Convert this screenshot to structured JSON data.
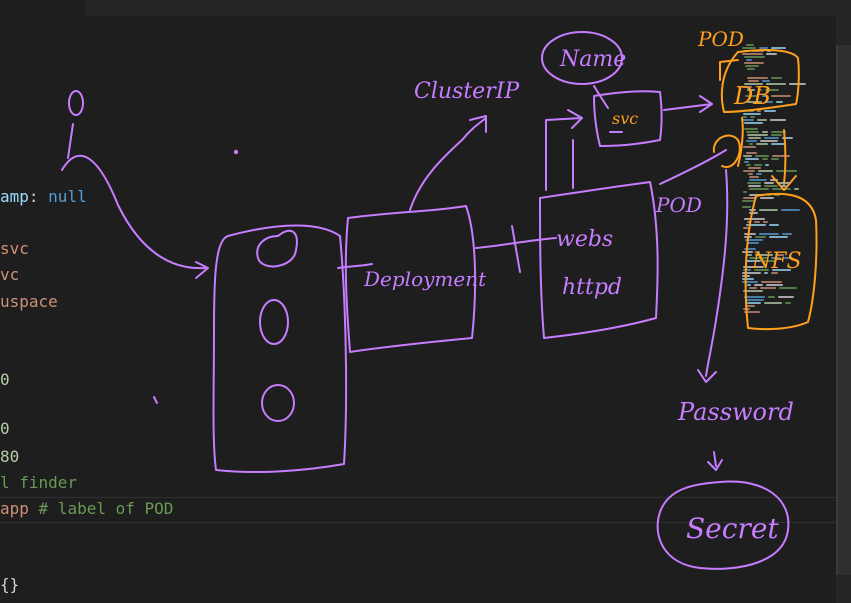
{
  "editor": {
    "lines": [
      {
        "parts": [
          {
            "t": "amp",
            "c": "k"
          },
          {
            "t": ": ",
            "c": ""
          },
          {
            "t": "null",
            "c": "v"
          }
        ]
      },
      {
        "parts": [
          {
            "t": "svc",
            "c": "s"
          }
        ]
      },
      {
        "parts": [
          {
            "t": "vc",
            "c": "s"
          }
        ]
      },
      {
        "parts": [
          {
            "t": "uspace",
            "c": "s"
          }
        ]
      },
      {
        "parts": [
          {
            "t": "0",
            "c": "n"
          }
        ]
      },
      {
        "parts": [
          {
            "t": "0",
            "c": "n"
          }
        ]
      },
      {
        "parts": [
          {
            "t": "80",
            "c": "n"
          }
        ]
      },
      {
        "parts": [
          {
            "t": "l finder",
            "c": "c"
          }
        ]
      },
      {
        "parts": [
          {
            "t": "app",
            "c": "s"
          },
          {
            "t": " # label of POD",
            "c": "c"
          }
        ]
      },
      {
        "parts": [
          {
            "t": "{}",
            "c": ""
          }
        ]
      }
    ]
  },
  "annotations": {
    "label_pod_top": "POD",
    "label_name": "Name",
    "label_svc": "svc",
    "label_db": "DB",
    "label_clusterip": "ClusterIP",
    "label_deployment": "Deployment",
    "label_webs": "webs",
    "label_httpd": "httpd",
    "label_pod_mid": "POD",
    "label_nfs": "NFS",
    "label_password": "Password",
    "label_secret": "Secret",
    "ink_purple": "#c77dff",
    "ink_orange": "#ff9f1c"
  }
}
